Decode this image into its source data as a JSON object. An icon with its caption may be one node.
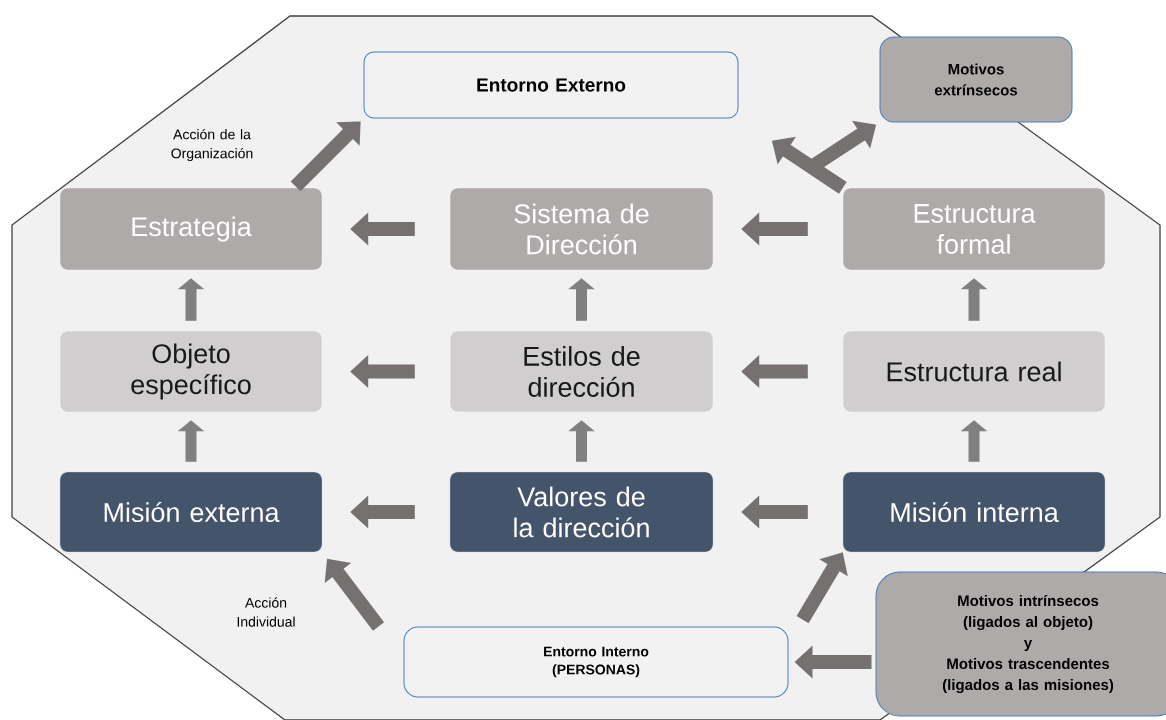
{
  "diagram": {
    "nodes": [
      {
        "text": [
          "Entorno Externo"
        ]
      },
      {
        "text": [
          "Motivos extrínsecos"
        ]
      },
      {
        "text": [
          "Estrategia"
        ]
      },
      {
        "text": [
          "Sistema de Dirección"
        ]
      },
      {
        "text": [
          "Estructura formal"
        ]
      },
      {
        "text": [
          "Objeto específico"
        ]
      },
      {
        "text": [
          "Estilos de dirección"
        ]
      },
      {
        "text": [
          "Estructura real"
        ]
      },
      {
        "text": [
          "Misión externa"
        ]
      },
      {
        "text": [
          "Valores de la dirección"
        ]
      },
      {
        "text": [
          "Misión interna"
        ]
      },
      {
        "text": [
          "Entorno Interno (PERSONAS)"
        ]
      },
      {
        "text": [
          "Motivos intrínsecos (ligados al objeto)",
          "y",
          "Motivos trascendentes (ligados a las misiones)"
        ]
      }
    ],
    "edges": [
      {
        "from": 2,
        "to": 0,
        "arrow": "to",
        "label": "Acción de la Organización"
      },
      {
        "from": 4,
        "to": 0,
        "arrow": "to"
      },
      {
        "from": 4,
        "to": 1,
        "arrow": "to"
      },
      {
        "from": 3,
        "to": 2,
        "arrow": "to"
      },
      {
        "from": 4,
        "to": 3,
        "arrow": "to"
      },
      {
        "from": 5,
        "to": 2,
        "arrow": "to"
      },
      {
        "from": 6,
        "to": 3,
        "arrow": "to"
      },
      {
        "from": 7,
        "to": 4,
        "arrow": "to"
      },
      {
        "from": 6,
        "to": 5,
        "arrow": "to"
      },
      {
        "from": 7,
        "to": 6,
        "arrow": "to"
      },
      {
        "from": 8,
        "to": 5,
        "arrow": "to"
      },
      {
        "from": 9,
        "to": 6,
        "arrow": "to"
      },
      {
        "from": 10,
        "to": 7,
        "arrow": "to"
      },
      {
        "from": 9,
        "to": 8,
        "arrow": "to"
      },
      {
        "from": 10,
        "to": 9,
        "arrow": "to"
      },
      {
        "from": 11,
        "to": 8,
        "arrow": "to",
        "label": "Acción Individual"
      },
      {
        "from": 11,
        "to": 10,
        "arrow": "to"
      },
      {
        "from": 12,
        "to": 11,
        "arrow": "to"
      }
    ]
  }
}
